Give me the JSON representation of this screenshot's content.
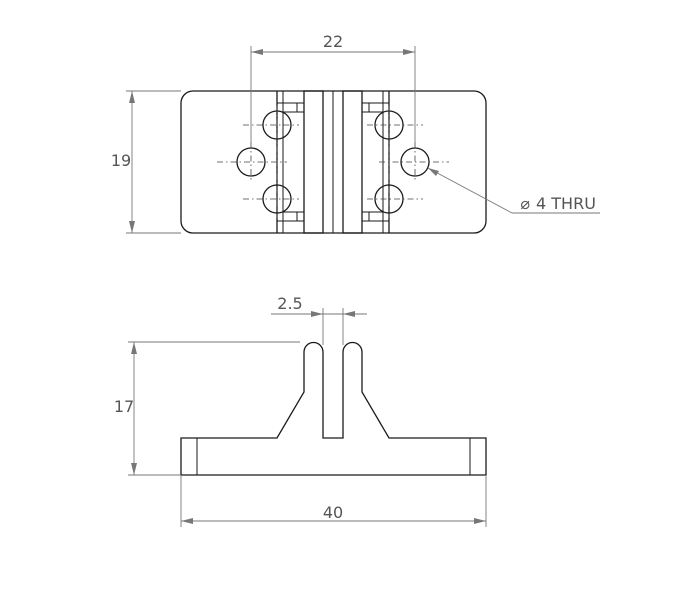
{
  "drawing": {
    "dimensions": {
      "hole_spacing": "22",
      "plate_height": "19",
      "hole_callout": "4 THRU",
      "slot_width": "2.5",
      "overall_height": "17",
      "overall_width": "40"
    },
    "symbols": {
      "diameter": "⌀"
    },
    "colors": {
      "line": "#1a1a1a",
      "dimension": "#777777",
      "text": "#555555"
    }
  }
}
